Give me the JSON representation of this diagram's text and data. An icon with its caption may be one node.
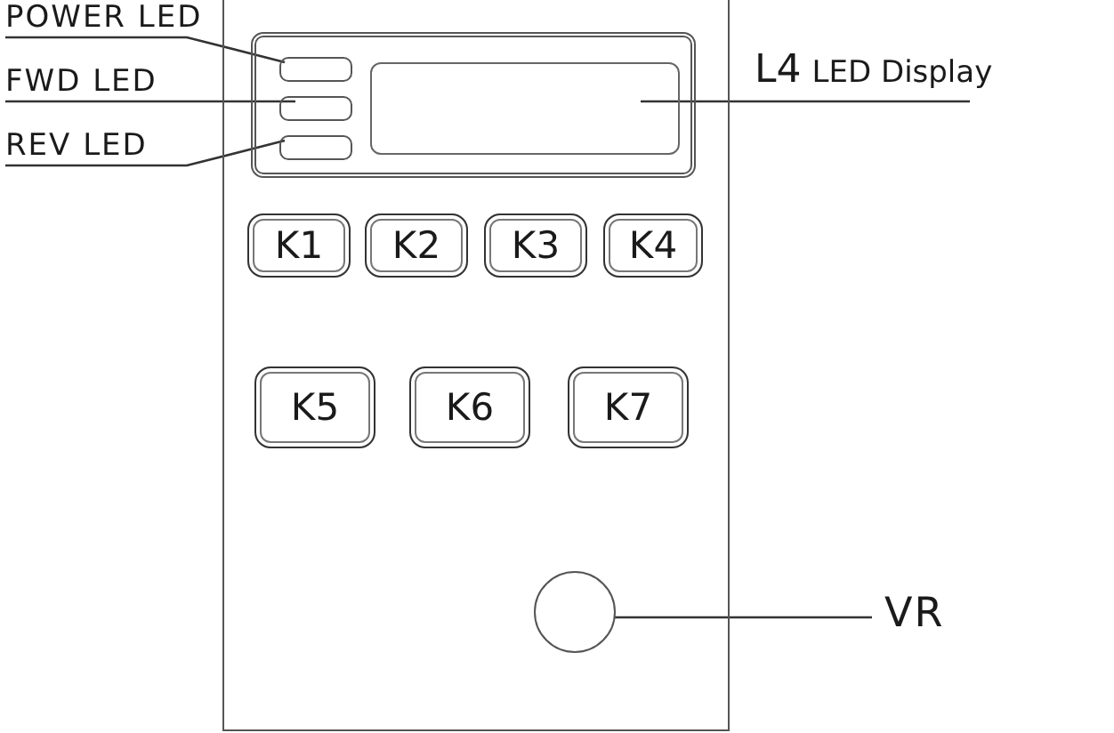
{
  "diagram": {
    "nodes": [
      {
        "text": [],
        "shape": "box"
      },
      {
        "text": [],
        "shape": "box",
        "in": 0
      },
      {
        "text": [],
        "shape": "box",
        "in": 1
      },
      {
        "text": [],
        "shape": "box",
        "in": 1
      },
      {
        "text": [],
        "shape": "box",
        "in": 1
      },
      {
        "text": [],
        "shape": "box",
        "in": 1
      },
      {
        "text": [
          "K1"
        ],
        "in": 0
      },
      {
        "text": [
          "K2"
        ],
        "in": 0
      },
      {
        "text": [
          "K3"
        ],
        "in": 0
      },
      {
        "text": [
          "K4"
        ],
        "in": 0
      },
      {
        "text": [
          "K5"
        ],
        "in": 0
      },
      {
        "text": [
          "K6"
        ],
        "in": 0
      },
      {
        "text": [
          "K7"
        ],
        "in": 0
      },
      {
        "text": [],
        "shape": "circle",
        "in": 0
      },
      {
        "text": [
          "POWER LED"
        ]
      },
      {
        "text": [
          "FWD LED"
        ]
      },
      {
        "text": [
          "REV LED"
        ]
      },
      {
        "text": [
          "L4",
          "LED Display"
        ]
      },
      {
        "text": [
          "VR"
        ]
      }
    ],
    "edges": [
      {
        "from": 14,
        "to": 2,
        "arrow": "none"
      },
      {
        "from": 15,
        "to": 3,
        "arrow": "none"
      },
      {
        "from": 16,
        "to": 4,
        "arrow": "none"
      },
      {
        "from": 17,
        "to": 5,
        "arrow": "none"
      },
      {
        "from": 18,
        "to": 13,
        "arrow": "none"
      }
    ]
  }
}
